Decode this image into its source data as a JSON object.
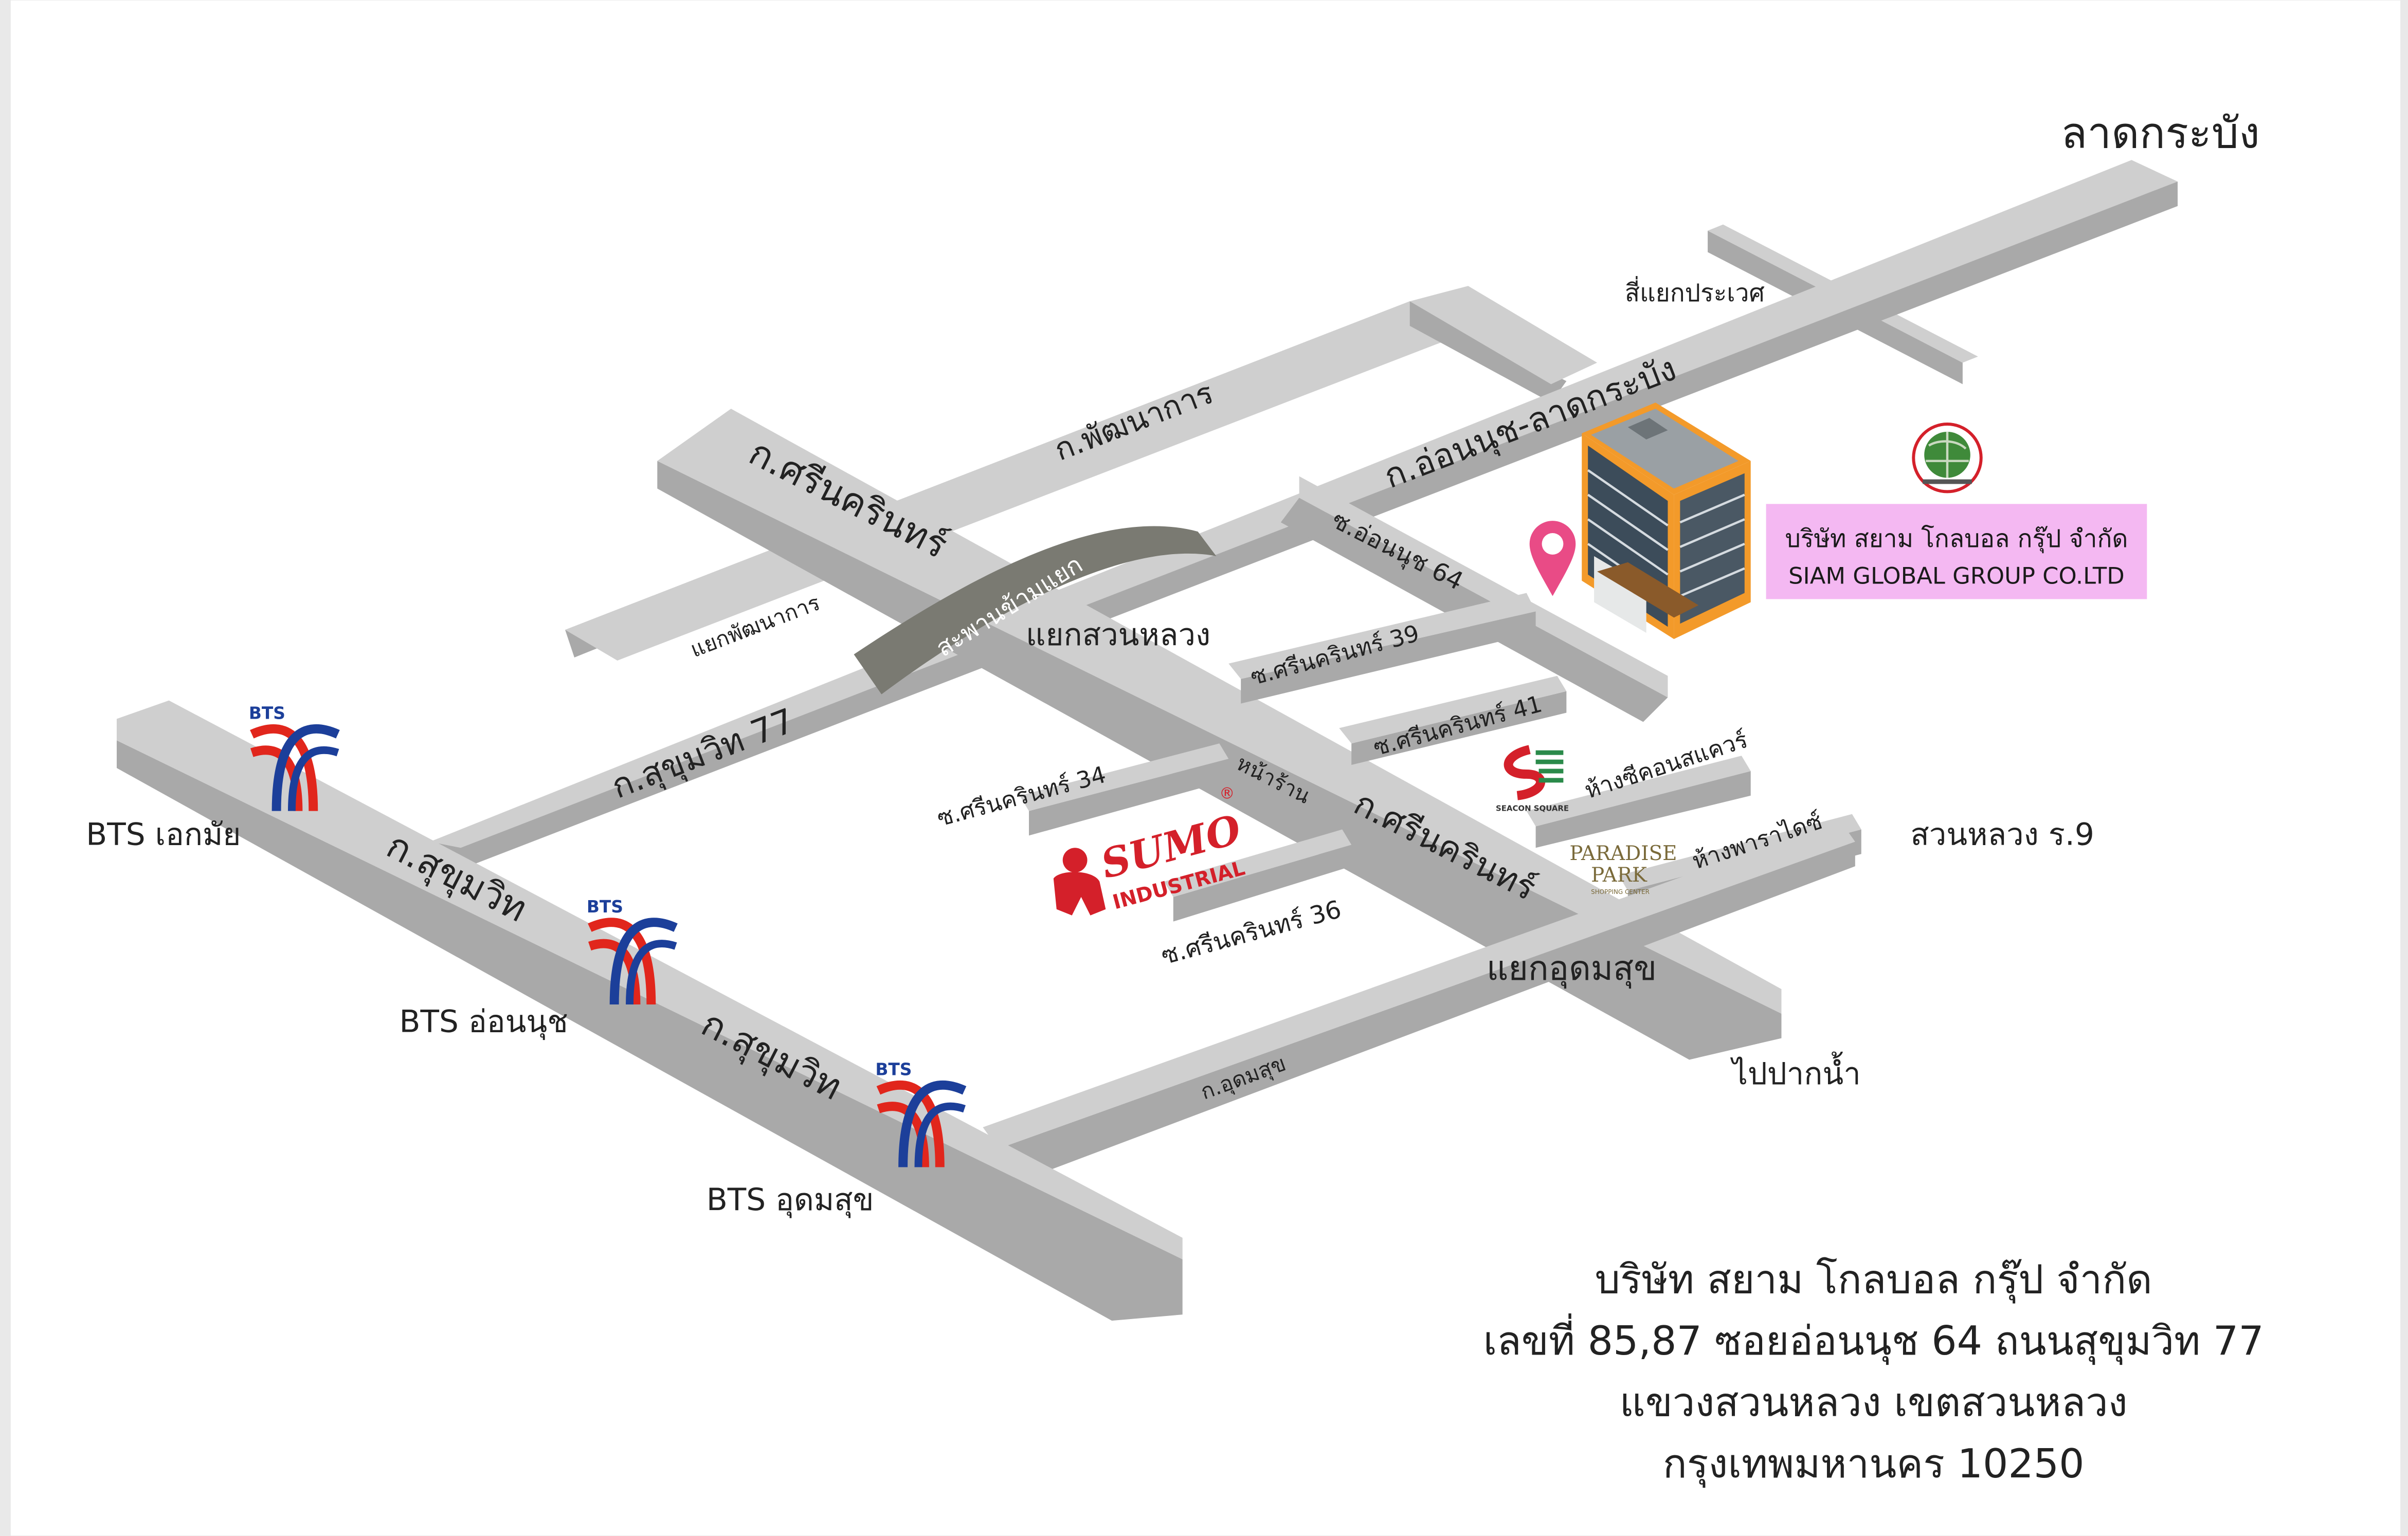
{
  "colors": {
    "page_border": "#e9e9e9",
    "canvas": "#ffffff",
    "road_top": "#cfcfcf",
    "road_side": "#a9a9a9",
    "road_text": "#222222",
    "overpass": "#7a7a72",
    "overpass_text": "#ffffff",
    "bts_red": "#e1261c",
    "bts_blue": "#1c3f9a",
    "pin": "#e94b86",
    "company_box": "#f4b8f2",
    "building_frame": "#f39a2a",
    "building_glass": "#3c4c5a",
    "sumo_red": "#d4202a"
  },
  "roads": {
    "sukhumvit_1": "ก.สุขุมวิท",
    "sukhumvit_2": "ก.สุขุมวิท",
    "sukhumvit_77": "ก.สุขุมวิท 77",
    "on_nut_lat_krabang": "ก.อ่อนนุช-ลาดกระบัง",
    "phatthanakan": "ก.พัฒนาการ",
    "srinagarindra_north": "ก.ศรีนครินทร์",
    "srinagarindra_south": "ก.ศรีนครินทร์",
    "udomsuk": "ก.อุดมสุข",
    "overpass": "สะพานข้ามแยก",
    "soi_on_nut_64": "ซ.อ่อนนุช 64",
    "soi_srinagarindra_39": "ซ.ศรีนครินทร์ 39",
    "soi_srinagarindra_41": "ซ.ศรีนครินทร์ 41",
    "soi_srinagarindra_34": "ซ.ศรีนครินทร์ 34",
    "soi_srinagarindra_36": "ซ.ศรีนครินทร์ 36"
  },
  "places": {
    "lat_krabang": "ลาดกระบัง",
    "prawet_junction": "สี่แยกประเวศ",
    "phatthanakan_junction": "แยกพัฒนาการ",
    "suan_luang_junction": "แยกสวนหลวง",
    "udomsuk_junction": "แยกอุดมสุข",
    "to_pak_nam": "ไปปากน้ำ",
    "suan_luang_r9": "สวนหลวง ร.9",
    "shop_front": "หน้าร้าน",
    "seacon_mall": "ห้างซีคอนสแควร์",
    "paradise_mall": "ห้างพาราไดซ์"
  },
  "bts": {
    "logo_text": "BTS",
    "ekkamai": "BTS เอกมัย",
    "on_nut": "BTS อ่อนนุช",
    "udomsuk": "BTS อุดมสุข"
  },
  "logos": {
    "sumo_line1": "SUMO",
    "sumo_line2": "INDUSTRIAL",
    "sumo_mark": "®",
    "seacon_text": "SEACON SQUARE",
    "paradise_line1": "PARADISE",
    "paradise_line2": "PARK",
    "paradise_line3": "SHOPPING CENTER"
  },
  "company": {
    "name_th": "บริษัท สยาม โกลบอล กรุ๊ป จำกัด",
    "name_en": "SIAM GLOBAL GROUP CO.LTD"
  },
  "address": {
    "line1": "บริษัท สยาม โกลบอล กรุ๊ป จำกัด",
    "line2": "เลขที่ 85,87 ซอยอ่อนนุช 64 ถนนสุขุมวิท 77",
    "line3": "แขวงสวนหลวง เขตสวนหลวง",
    "line4": "กรุงเทพมหานคร 10250"
  },
  "icons": {
    "pin": "location-pin-icon",
    "bts": "bts-logo-icon",
    "building": "office-building-icon",
    "globe": "company-globe-logo-icon"
  }
}
